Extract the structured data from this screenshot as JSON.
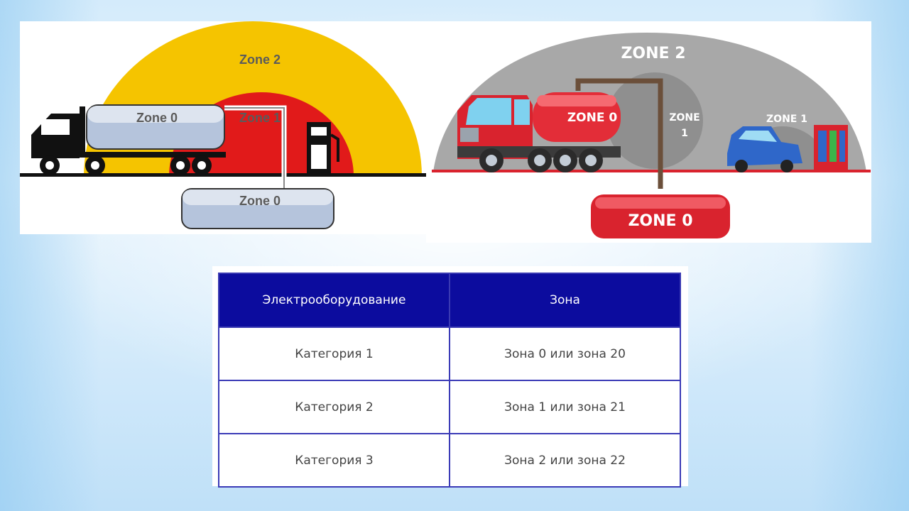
{
  "left_diagram": {
    "labels": {
      "outer_zone": "Zone 2",
      "middle_zone": "Zone 1",
      "truck_tank": "Zone 0",
      "underground_tank": "Zone 0"
    },
    "colors": {
      "outer": "#f5c400",
      "middle": "#e11a1a",
      "tank": "#b5c4dc"
    }
  },
  "right_diagram": {
    "labels": {
      "outer_zone": "ZONE 2",
      "truck_tank": "ZONE 0",
      "pump_zone_1": "ZONE",
      "pump_zone_2": "1",
      "car_zone": "ZONE 1",
      "underground_tank": "ZONE 0"
    },
    "colors": {
      "dome": "#a8a8a8",
      "truck": "#d9232e",
      "car": "#2f67c9"
    }
  },
  "table": {
    "headers": [
      "Электрооборудование",
      "Зона"
    ],
    "rows": [
      [
        "Категория 1",
        "Зона 0 или зона 20"
      ],
      [
        "Категория 2",
        "Зона 1 или зона 21"
      ],
      [
        "Категория 3",
        "Зона 2 или зона 22"
      ]
    ],
    "header_color": "#0c0c9e"
  }
}
